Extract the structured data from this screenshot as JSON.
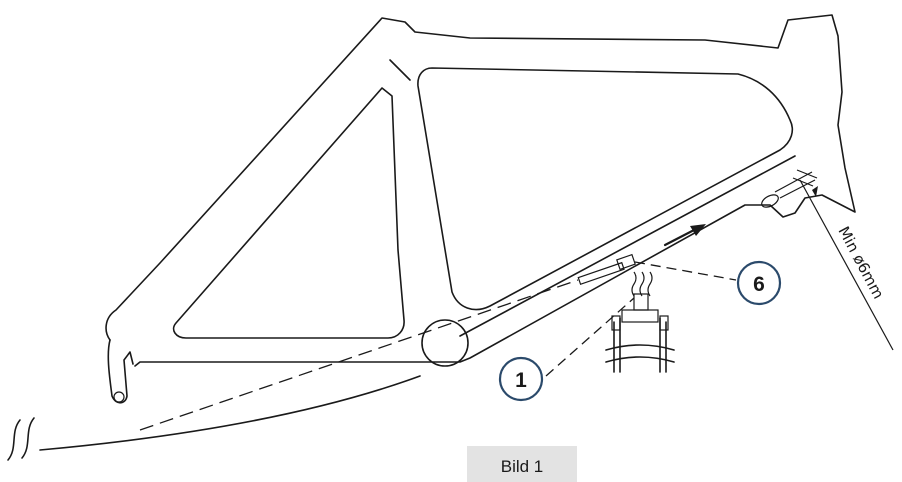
{
  "callouts": [
    {
      "id": "1",
      "label": "1"
    },
    {
      "id": "6",
      "label": "6"
    }
  ],
  "dimension_label": "Min  ø6mm",
  "caption": "Bild 1"
}
